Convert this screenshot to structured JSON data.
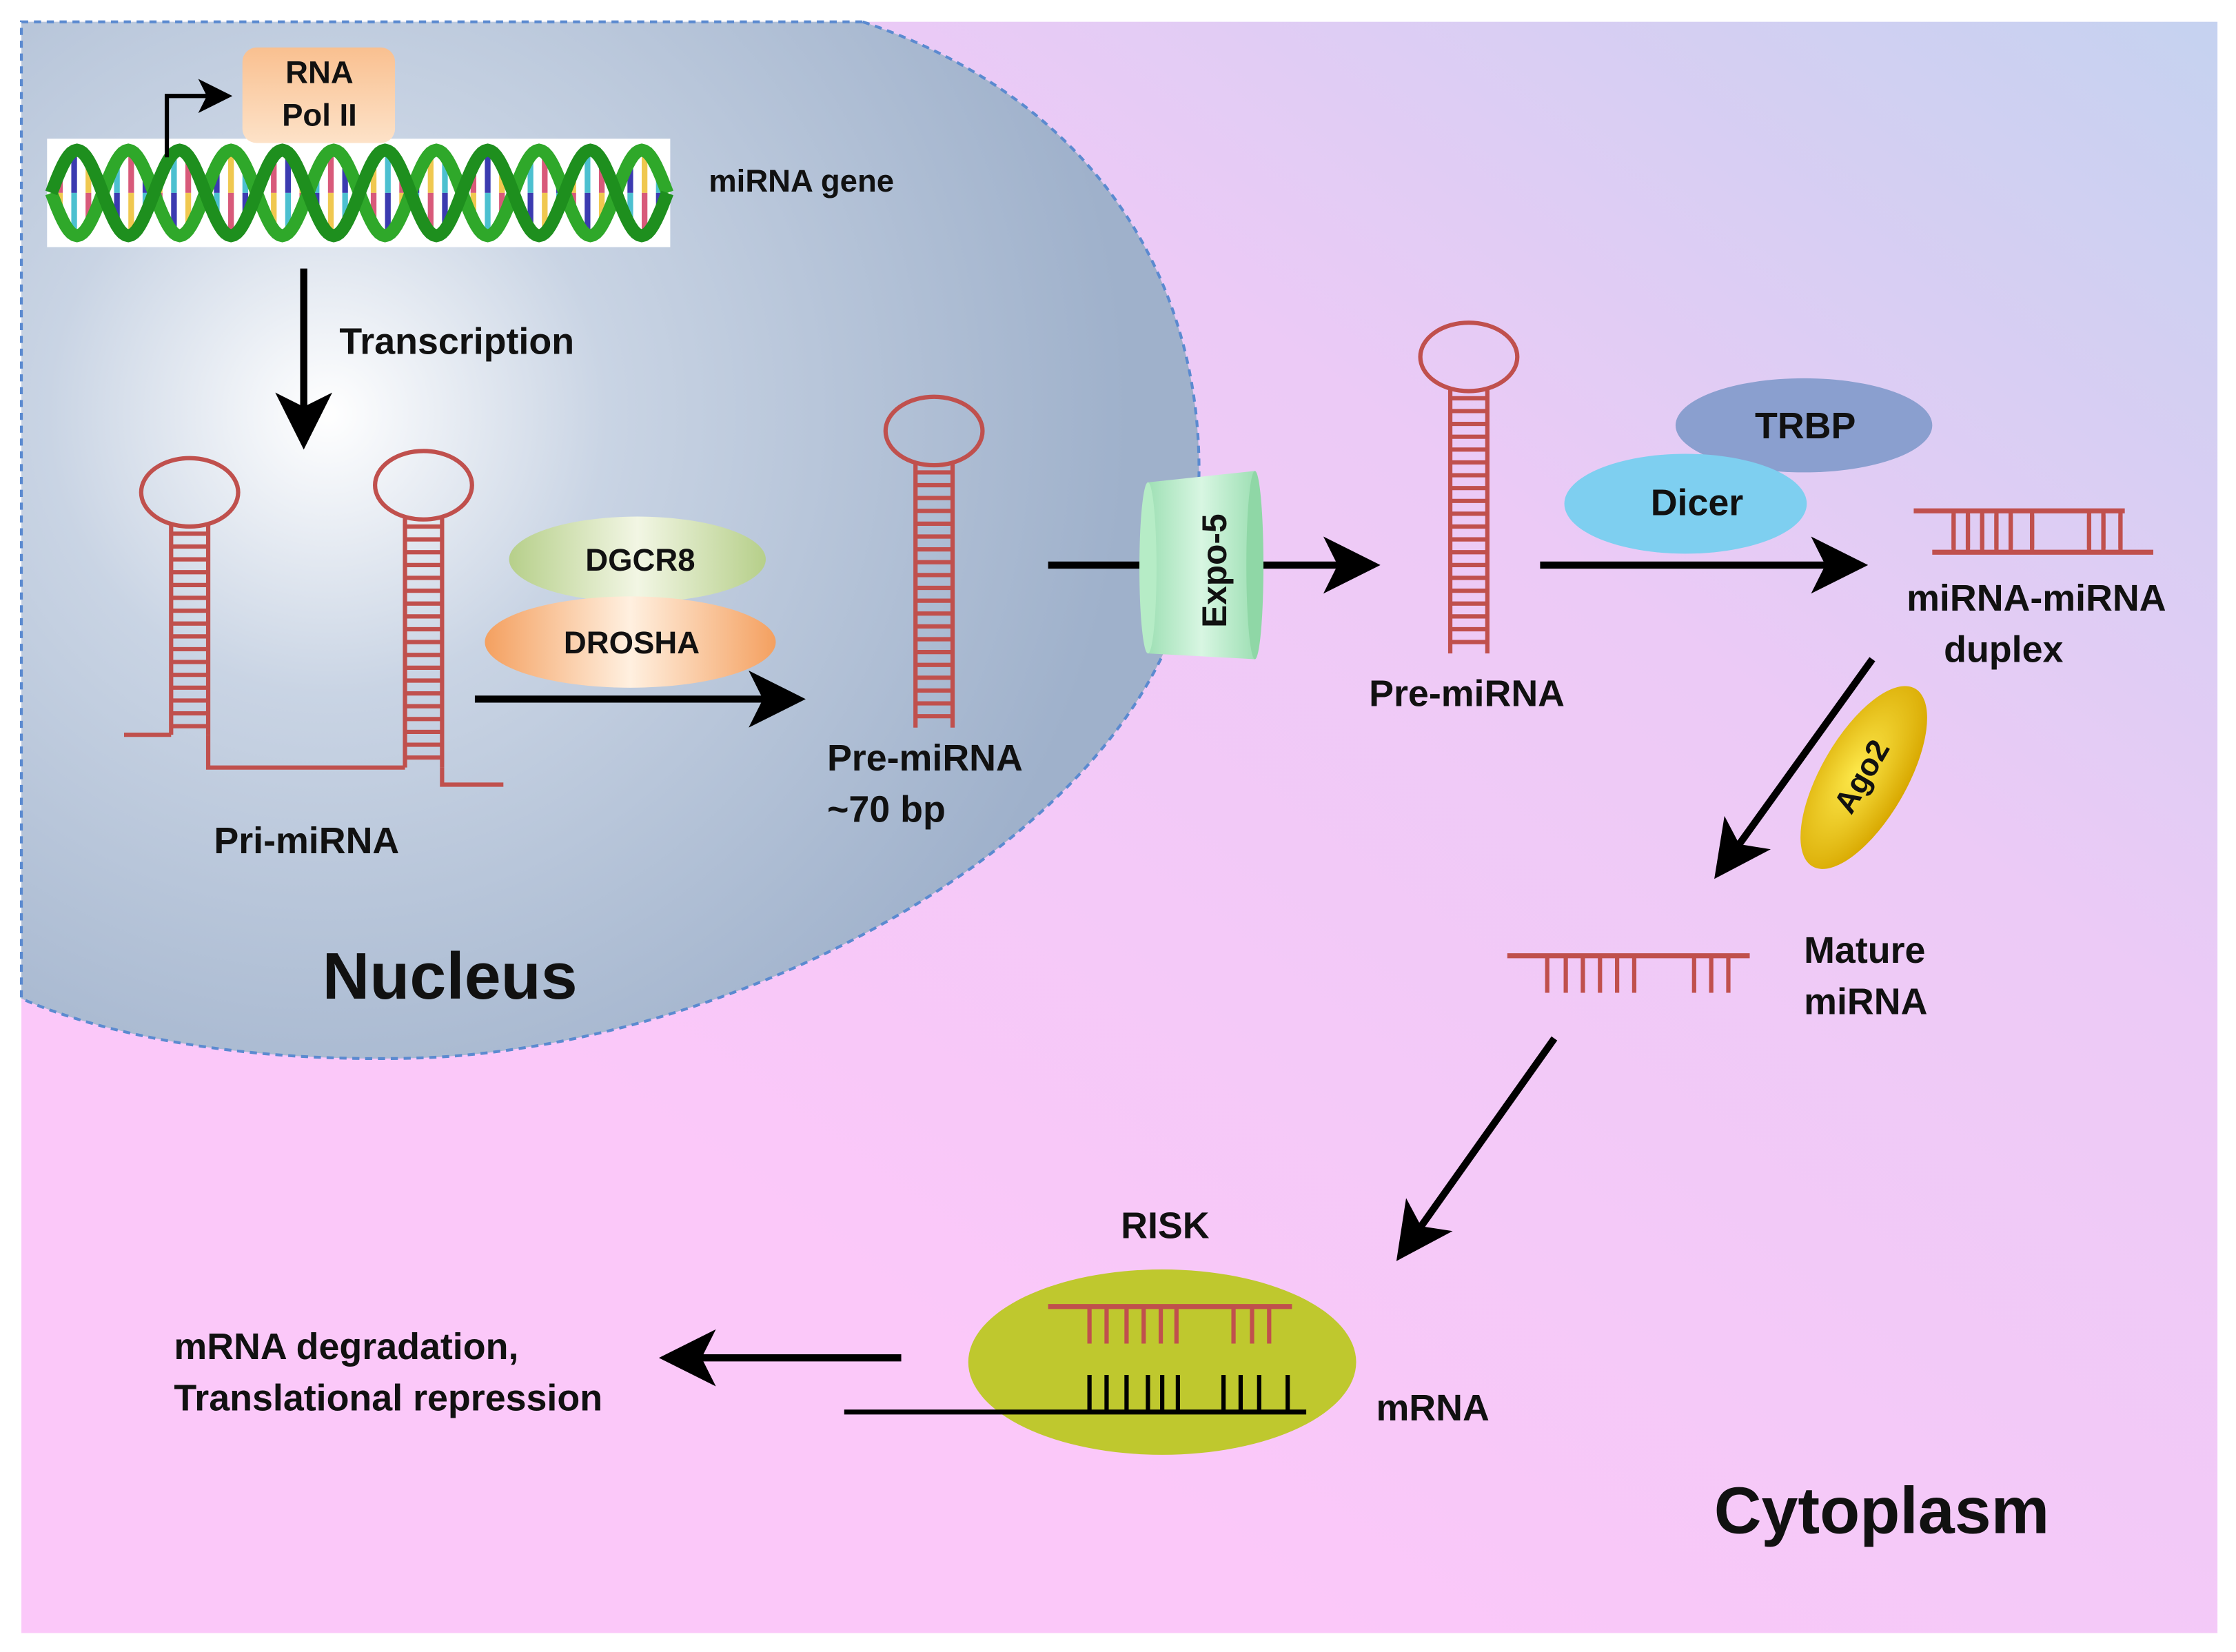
{
  "labels": {
    "rna_pol": [
      "RNA",
      "Pol II"
    ],
    "mirna_gene": "miRNA gene",
    "transcription": "Transcription",
    "dgcr8": "DGCR8",
    "drosha": "DROSHA",
    "pri_mirna": "Pri-miRNA",
    "pre_mirna_nucleus": [
      "Pre-miRNA",
      "~70 bp"
    ],
    "nucleus": "Nucleus",
    "expo5": "Expo-5",
    "pre_mirna_cyto": "Pre-miRNA",
    "trbp": "TRBP",
    "dicer": "Dicer",
    "duplex": [
      "miRNA-miRNA",
      "duplex"
    ],
    "ago2": "Ago2",
    "mature": [
      "Mature",
      "miRNA"
    ],
    "risk": "RISK",
    "mrna": "mRNA",
    "outcome": [
      "mRNA degradation,",
      "Translational repression"
    ],
    "cytoplasm": "Cytoplasm"
  },
  "colors": {
    "rna": "#c0504d",
    "cytoplasm": "#f9c8f8",
    "nucleus": "#a9b9d1",
    "risk": "#bfc82e",
    "dicer": "#7ecff0",
    "trbp": "#8a9fcf",
    "ago2": "#e8c000"
  }
}
